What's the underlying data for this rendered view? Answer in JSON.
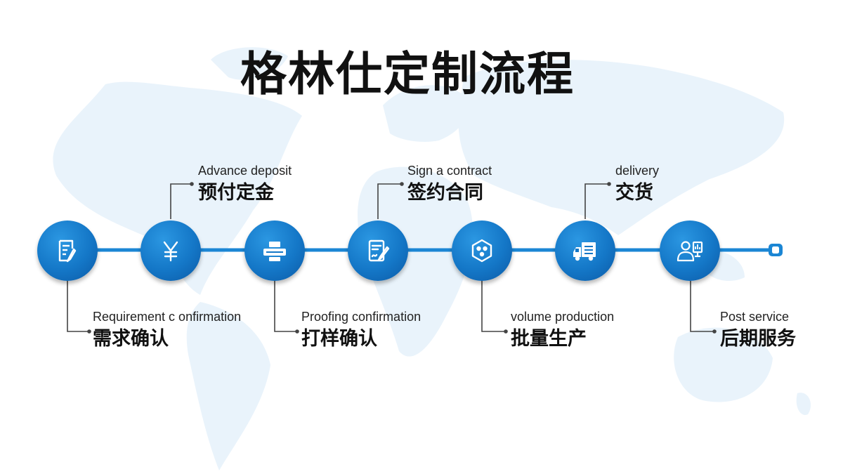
{
  "title": "格林仕定制流程",
  "colors": {
    "accent": "#1a82d1",
    "line": "#1b86d4",
    "map": "#e9f3fb",
    "connector": "#444444"
  },
  "steps": [
    {
      "en": "Requirement  c onfirmation",
      "zh": "需求确认",
      "icon": "checklist-document-icon",
      "label_position": "below"
    },
    {
      "en": "Advance deposit",
      "zh": "预付定金",
      "icon": "yen-icon",
      "label_position": "above"
    },
    {
      "en": "Proofing confirmation",
      "zh": "打样确认",
      "icon": "printer-icon",
      "label_position": "below"
    },
    {
      "en": "Sign a contract",
      "zh": "签约合同",
      "icon": "contract-sign-icon",
      "label_position": "above"
    },
    {
      "en": "volume production",
      "zh": "批量生产",
      "icon": "production-hexagon-icon",
      "label_position": "below"
    },
    {
      "en": "delivery",
      "zh": "交货",
      "icon": "delivery-truck-icon",
      "label_position": "above"
    },
    {
      "en": "Post service",
      "zh": "后期服务",
      "icon": "customer-service-icon",
      "label_position": "below"
    }
  ]
}
